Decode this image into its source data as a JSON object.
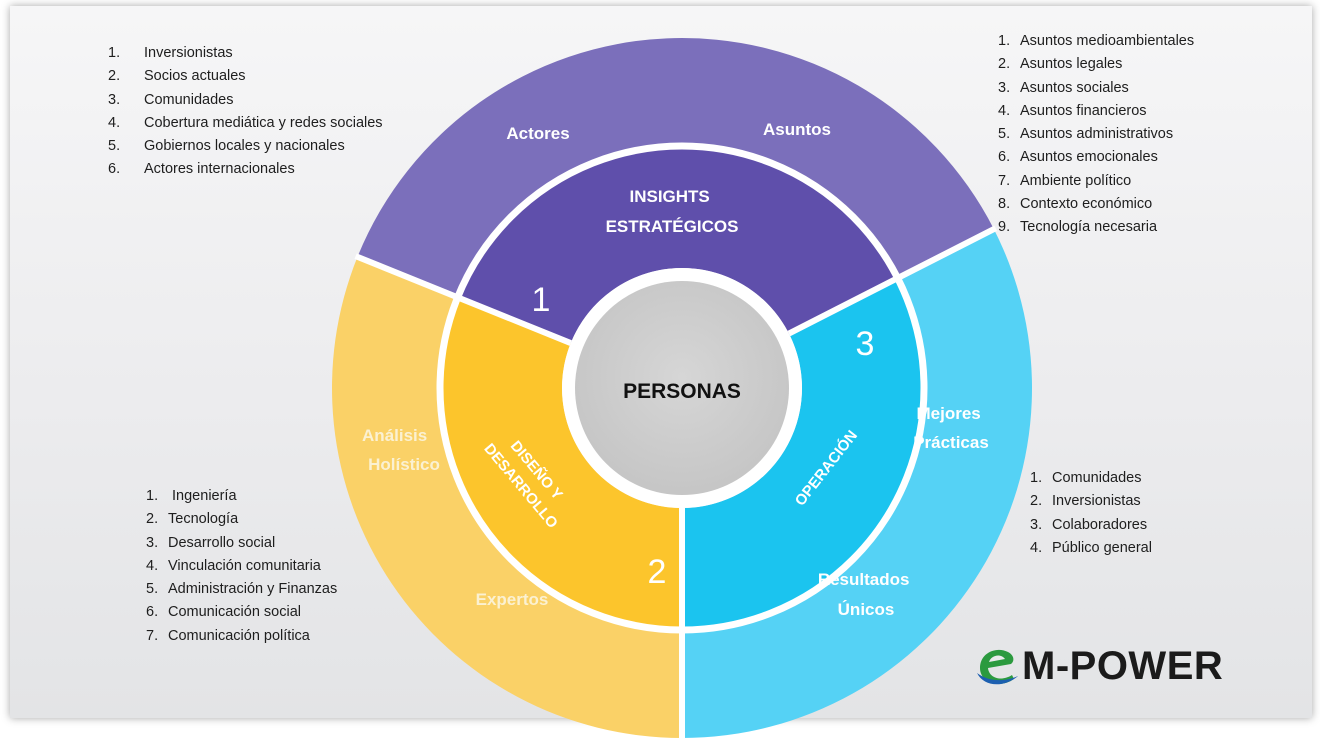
{
  "diagram": {
    "center": {
      "label": "PERSONAS"
    },
    "inner_ring": [
      {
        "label_lines": [
          "INSIGHTS",
          "ESTRATÉGICOS"
        ],
        "number": "1",
        "color": "#5f4fab"
      },
      {
        "label_lines": [
          "DISEÑO Y",
          "DESARROLLO"
        ],
        "number": "2",
        "color": "#fcc52c"
      },
      {
        "label_lines": [
          "OPERACIÓN"
        ],
        "number": "3",
        "color": "#1bc4ef"
      }
    ],
    "outer_ring": [
      {
        "color": "#7b6fbb",
        "labels": [
          {
            "text": [
              "Actores"
            ]
          },
          {
            "text": [
              "Asuntos"
            ]
          }
        ]
      },
      {
        "color": "#fad167",
        "labels": [
          {
            "text": [
              "Análisis",
              "Holístico"
            ]
          },
          {
            "text": [
              "Expertos"
            ]
          }
        ]
      },
      {
        "color": "#55d2f5",
        "labels": [
          {
            "text": [
              "Mejores",
              "Prácticas"
            ]
          },
          {
            "text": [
              "Resultados",
              "Únicos"
            ]
          }
        ]
      }
    ]
  },
  "lists": {
    "actores": [
      {
        "num": "1.",
        "text": "Inversionistas"
      },
      {
        "num": "2.",
        "text": "Socios actuales"
      },
      {
        "num": "3.",
        "text": "Comunidades"
      },
      {
        "num": "4.",
        "text": "Cobertura mediática y redes sociales"
      },
      {
        "num": "5.",
        "text": "Gobiernos locales y nacionales"
      },
      {
        "num": "6.",
        "text": "Actores internacionales"
      }
    ],
    "asuntos": [
      {
        "num": "1.",
        "text": "Asuntos medioambientales"
      },
      {
        "num": "2.",
        "text": "Asuntos legales"
      },
      {
        "num": "3.",
        "text": "Asuntos sociales"
      },
      {
        "num": "4.",
        "text": "Asuntos financieros"
      },
      {
        "num": "5.",
        "text": "Asuntos administrativos"
      },
      {
        "num": "6.",
        "text": "Asuntos emocionales"
      },
      {
        "num": "7.",
        "text": "Ambiente político"
      },
      {
        "num": "8.",
        "text": "Contexto económico"
      },
      {
        "num": "9.",
        "text": "Tecnología necesaria"
      }
    ],
    "expertos": [
      {
        "num": "1.",
        "text": " Ingeniería"
      },
      {
        "num": "2.",
        "text": "Tecnología"
      },
      {
        "num": "3.",
        "text": "Desarrollo social"
      },
      {
        "num": "4.",
        "text": "Vinculación comunitaria"
      },
      {
        "num": "5.",
        "text": "Administración y Finanzas"
      },
      {
        "num": "6.",
        "text": "Comunicación social"
      },
      {
        "num": "7.",
        "text": "Comunicación política"
      }
    ],
    "resultados": [
      {
        "num": "1.",
        "text": "Comunidades"
      },
      {
        "num": "2.",
        "text": "Inversionistas"
      },
      {
        "num": "3.",
        "text": "Colaboradores"
      },
      {
        "num": "4.",
        "text": "Público general"
      }
    ]
  },
  "logo": {
    "text": "M-POWER",
    "mark_icon": "e-swoosh-icon",
    "colors": [
      "#2b9a3f",
      "#1c5fb0"
    ]
  }
}
